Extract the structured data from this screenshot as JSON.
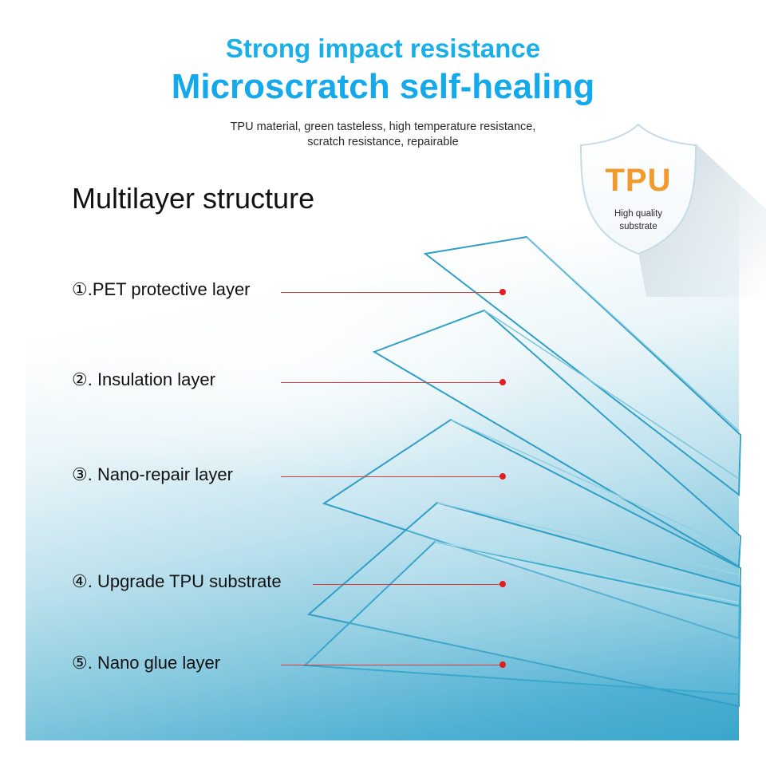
{
  "header": {
    "headline_primary": "Strong impact resistance",
    "headline_secondary": "Microscratch self-healing",
    "description_line1": "TPU material, green tasteless, high temperature resistance,",
    "description_line2": "scratch resistance, repairable"
  },
  "badge": {
    "title": "TPU",
    "subtitle_line1": "High quality",
    "subtitle_line2": "substrate",
    "title_color": "#f39a2e"
  },
  "structure": {
    "title": "Multilayer structure",
    "layers": [
      {
        "label": "①.PET protective layer"
      },
      {
        "label": "②. Insulation layer"
      },
      {
        "label": "③. Nano-repair layer"
      },
      {
        "label": "④. Upgrade TPU substrate"
      },
      {
        "label": "⑤. Nano glue layer"
      }
    ]
  },
  "colors": {
    "headline": "#19b0ea",
    "leader_line": "#d83a3a",
    "sheet_outline": "#2a9fc4"
  }
}
